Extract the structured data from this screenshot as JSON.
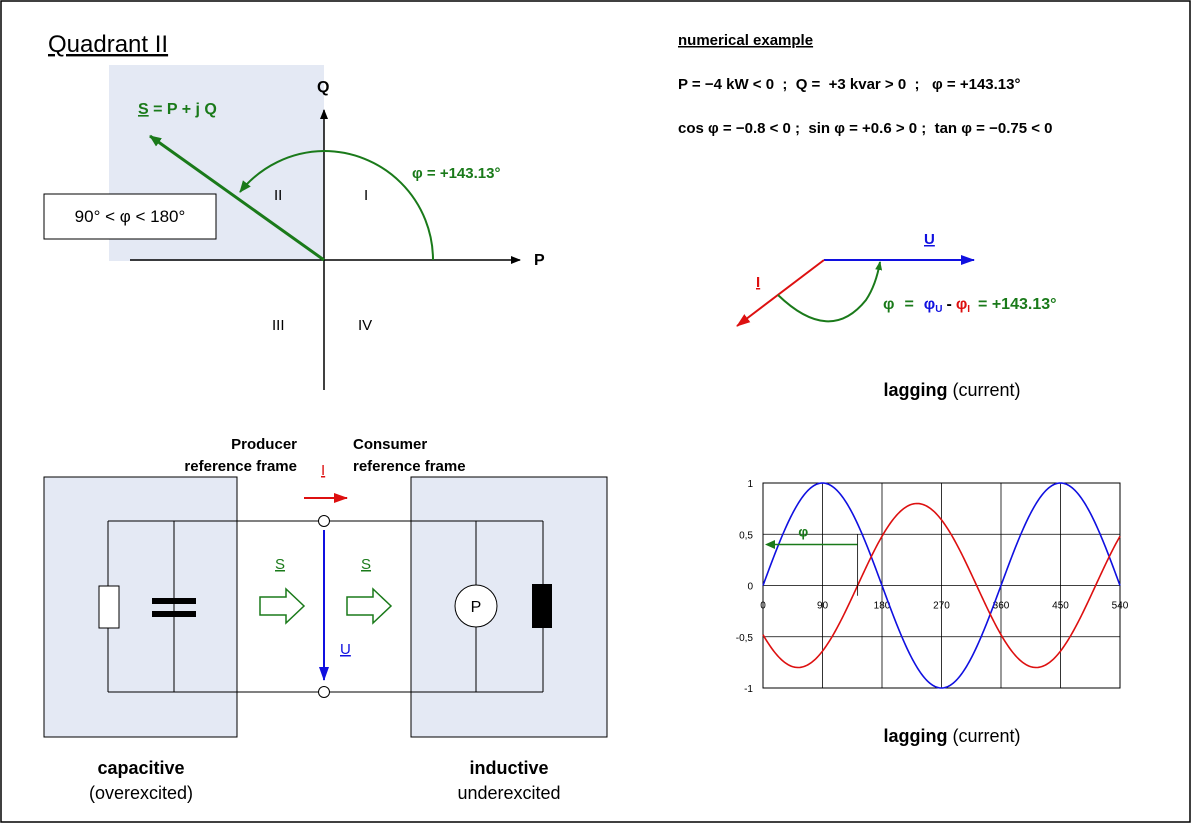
{
  "quadrant": {
    "title": "Quadrant II",
    "s_sym": "S",
    "s_rest": " = P + j Q",
    "q_label": "Q",
    "p_label": "P",
    "range_label": "90° < φ < 180°",
    "phi_label": "φ = +143.13°",
    "q1": "I",
    "q2": "II",
    "q3": "III",
    "q4": "IV"
  },
  "example": {
    "heading": "numerical example",
    "line1": "P = −4 kW < 0  ;  Q =  +3 kvar > 0  ;   φ = +143.13°",
    "line2": "cos φ = −0.8 < 0 ;  sin φ = +0.6 > 0 ;  tan φ = −0.75 < 0"
  },
  "phasor": {
    "u_label": "U",
    "i_label": "I",
    "eq_phi": "φ",
    "eq_eq1": "=",
    "eq_phiu": "φ",
    "eq_u_sub": "U",
    "eq_minus": "-",
    "eq_phii": "φ",
    "eq_i_sub": "I",
    "eq_result": "= +143.13°",
    "caption_bold": "lagging",
    "caption_rest": " (current)"
  },
  "circuit": {
    "producer_l1": "Producer",
    "producer_l2": "reference frame",
    "consumer_l1": "Consumer",
    "consumer_l2": "reference frame",
    "i_label": "I",
    "s_left": "S",
    "s_right": "S",
    "u_label": "U",
    "p_symbol": "P",
    "left_title": "capacitive",
    "left_sub": "(overexcited)",
    "right_title": "inductive",
    "right_sub": "underexcited"
  },
  "chart_caption": {
    "bold": "lagging",
    "rest": " (current)"
  },
  "colors": {
    "blue": "#1010e0",
    "red": "#dd1010",
    "green": "#1a7a1a",
    "shade": "#e4e9f4"
  },
  "chart_data": {
    "type": "line",
    "x_ticks": [
      0,
      90,
      180,
      270,
      360,
      450,
      540
    ],
    "y_ticks": [
      1,
      0.5,
      0,
      -0.5,
      -1
    ],
    "y_tick_labels": [
      "1",
      "0,5",
      "0",
      "-0,5",
      "-1"
    ],
    "xlim": [
      0,
      540
    ],
    "ylim": [
      -1,
      1
    ],
    "grid": true,
    "phi_label": "φ",
    "phi_marker_x": [
      0,
      143.13
    ],
    "series": [
      {
        "color": "#1010e0",
        "amplitude": 1.0,
        "phase_deg": 0,
        "function": "sin(x)"
      },
      {
        "color": "#dd1010",
        "amplitude": 0.8,
        "phase_deg": -143.13,
        "function": "0.8·sin(x − 143.13°)"
      }
    ]
  }
}
